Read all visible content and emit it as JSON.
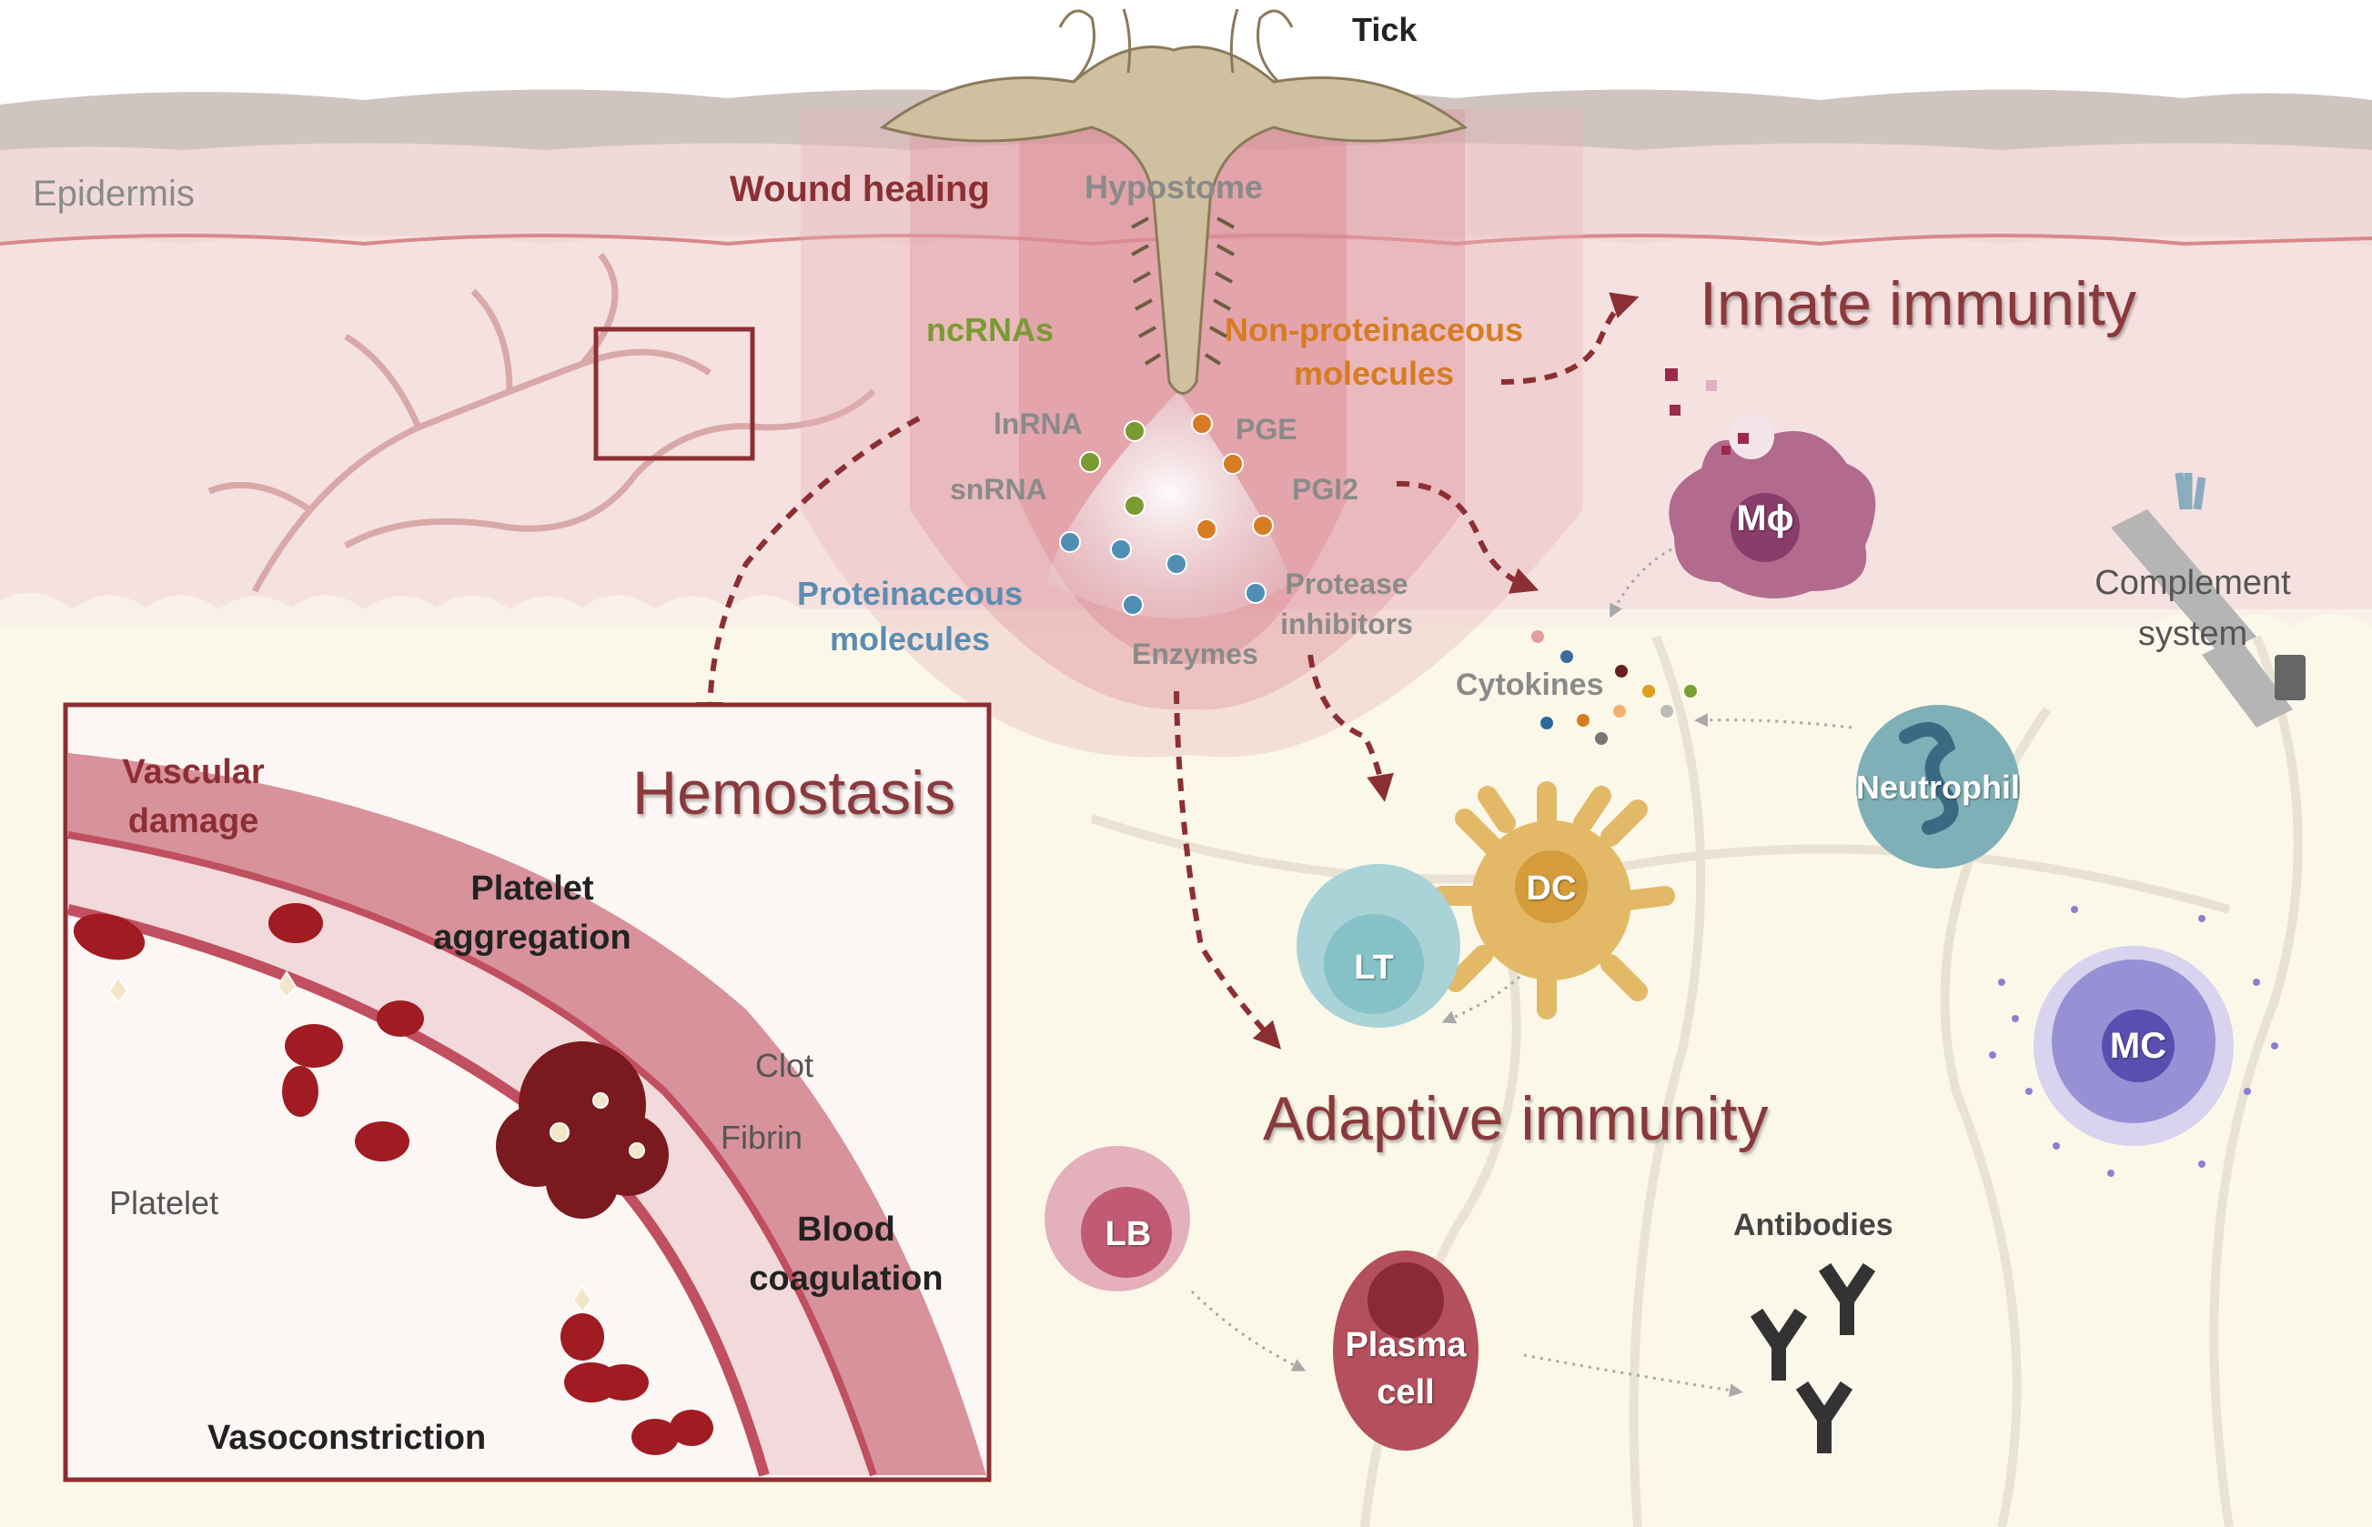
{
  "labels": {
    "tick": "Tick",
    "epidermis": "Epidermis",
    "wound_healing": "Wound healing",
    "hypostome": "Hypostome",
    "ncrnas": "ncRNAs",
    "non_proteinaceous_line1": "Non-proteinaceous",
    "non_proteinaceous_line2": "molecules",
    "lnrna": "lnRNA",
    "snrna": "snRNA",
    "pge": "PGE",
    "pgi2": "PGI2",
    "proteinaceous_line1": "Proteinaceous",
    "proteinaceous_line2": "molecules",
    "enzymes": "Enzymes",
    "protease_inhibitors_line1": "Protease",
    "protease_inhibitors_line2": "inhibitors",
    "cytokines": "Cytokines",
    "complement_line1": "Complement",
    "complement_line2": "system",
    "antibodies": "Antibodies"
  },
  "section_titles": {
    "innate_immunity": "Innate immunity",
    "adaptive_immunity": "Adaptive immunity",
    "hemostasis": "Hemostasis"
  },
  "cells": {
    "macrophage": "Mϕ",
    "neutrophil": "Neutrophil",
    "dc": "DC",
    "lt": "LT",
    "mc": "MC",
    "lb": "LB",
    "plasma_cell_line1": "Plasma",
    "plasma_cell_line2": "cell"
  },
  "hemostasis_panel": {
    "vascular_damage_line1": "Vascular",
    "vascular_damage_line2": "damage",
    "platelet_aggregation_line1": "Platelet",
    "platelet_aggregation_line2": "aggregation",
    "clot": "Clot",
    "fibrin": "Fibrin",
    "platelet": "Platelet",
    "blood_coagulation_line1": "Blood",
    "blood_coagulation_line2": "coagulation",
    "vasoconstriction": "Vasoconstriction"
  },
  "colors": {
    "wine_red": "#8c2f33",
    "dermis_pink": "#f5dede",
    "subcutis_cream": "#fbf8ea",
    "ncrna_green": "#7a9a33",
    "nonprotein_orange": "#d67c22",
    "protein_blue": "#5b8db0"
  }
}
